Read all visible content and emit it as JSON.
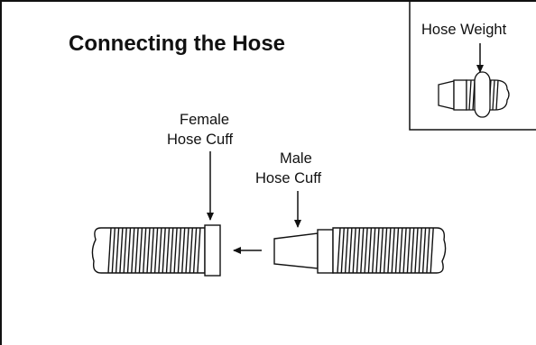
{
  "title": "Connecting the Hose",
  "inset": {
    "label": "Hose Weight"
  },
  "labels": {
    "female": [
      "Female",
      "Hose Cuff"
    ],
    "male": [
      "Male",
      "Hose Cuff"
    ]
  },
  "colors": {
    "line": "#111111",
    "background": "#ffffff"
  }
}
